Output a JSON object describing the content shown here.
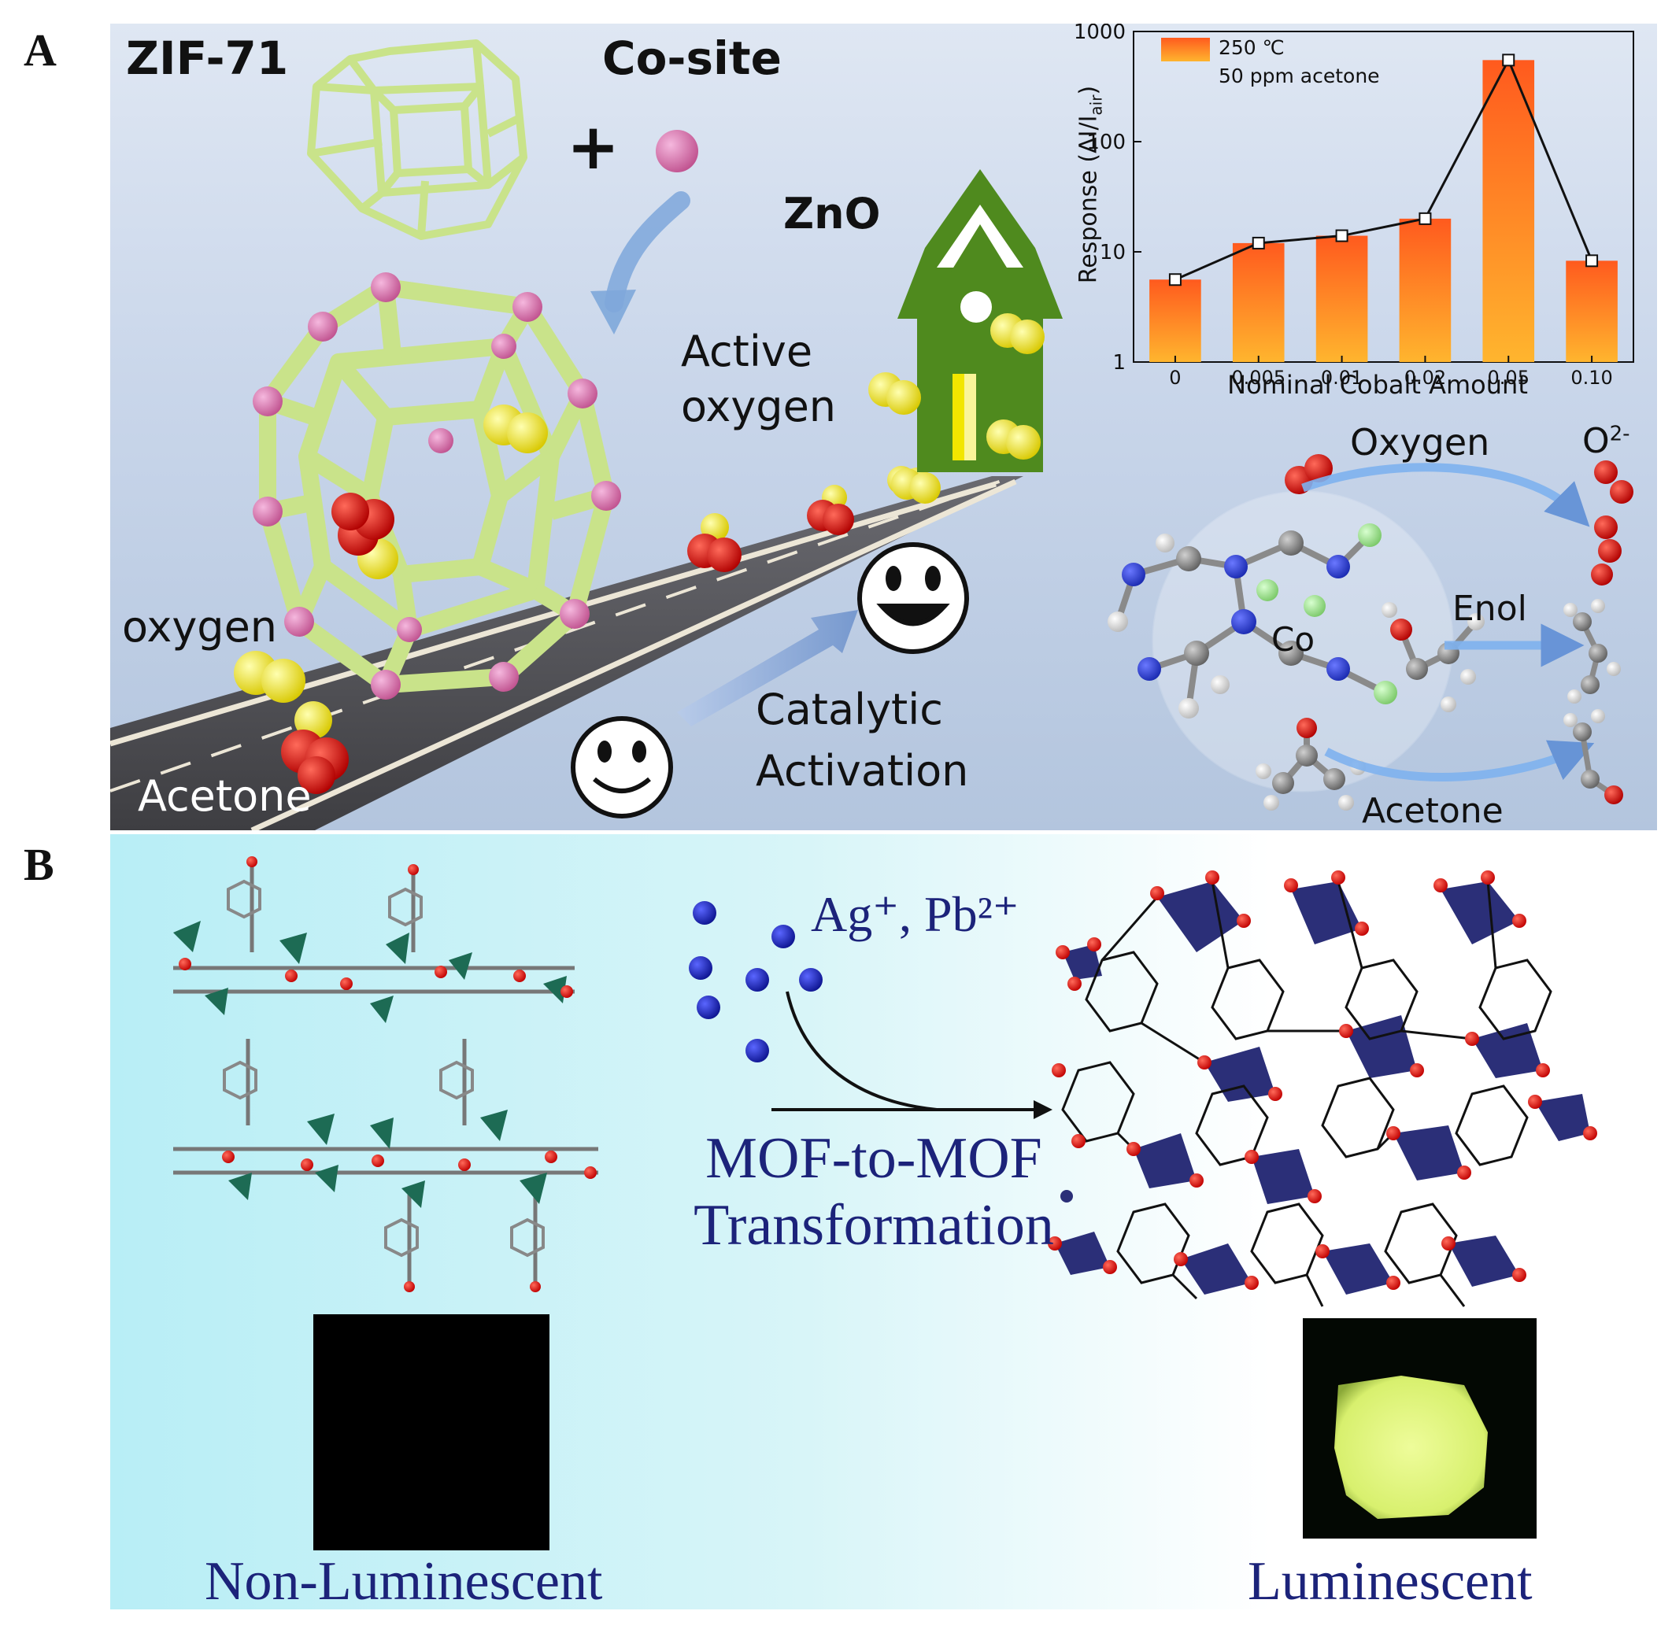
{
  "panel_labels": {
    "a": "A",
    "b": "B"
  },
  "panel_a": {
    "zif_label": "ZIF-71",
    "co_site_label": "Co-site",
    "plus_sign": "+",
    "zno_label": "ZnO",
    "active_oxygen_line1": "Active",
    "active_oxygen_line2": "oxygen",
    "oxygen_label": "oxygen",
    "acetone_road_label": "Acetone",
    "catalytic_line1": "Catalytic",
    "catalytic_line2": "Activation",
    "mechanism": {
      "oxygen_label": "Oxygen",
      "o2_product_label": "O",
      "o2_superscript": "2-",
      "enol_label": "Enol",
      "co_label": "Co",
      "acetone_label": "Acetone"
    },
    "colors": {
      "framework": "#c9e38a",
      "co_atom": "#d970b0",
      "oxygen_atom": "#e01010",
      "yellow_atom": "#f2e600",
      "house": "#4f8a1e",
      "road": "#55555a"
    }
  },
  "inset_chart": {
    "legend_line1": "250 ℃",
    "legend_line2": "50 ppm acetone",
    "ylabel_main": "Response (ΔI/I",
    "ylabel_sub": "air",
    "ylabel_close": ")",
    "xlabel": "Nominal Cobalt Amount",
    "ytick_labels": [
      "1",
      "10",
      "100",
      "1000"
    ]
  },
  "chart_data": {
    "type": "bar",
    "scale": "log",
    "categories": [
      "0",
      "0.005",
      "0.01",
      "0.02",
      "0.05",
      "0.10"
    ],
    "series": [
      {
        "values": [
          5.6,
          12,
          14,
          20,
          550,
          8.3
        ]
      }
    ],
    "line_overlay": true,
    "xlabel": "Nominal Cobalt Amount",
    "ylabel": "Response (ΔI/Iair)",
    "ylim": [
      1,
      1000
    ],
    "legend": [
      "250 ℃",
      "50 ppm acetone"
    ],
    "legend_position": "top-left",
    "colors": {
      "bar_top": "#ff5a1e",
      "bar_bottom": "#ffb52e",
      "line": "#111111"
    }
  },
  "panel_b": {
    "ions_label": "Ag⁺, Pb²⁺",
    "transformation_line1": "MOF-to-MOF",
    "transformation_line2": "Transformation",
    "non_luminescent_label": "Non-Luminescent",
    "luminescent_label": "Luminescent",
    "colors": {
      "ion": "#1f2ab8",
      "text": "#1c237a",
      "glow": "#e6f98a",
      "tetrahedra": "#1d6b54",
      "polyhedra": "#2b2f78",
      "oxygen": "#e01010"
    }
  }
}
